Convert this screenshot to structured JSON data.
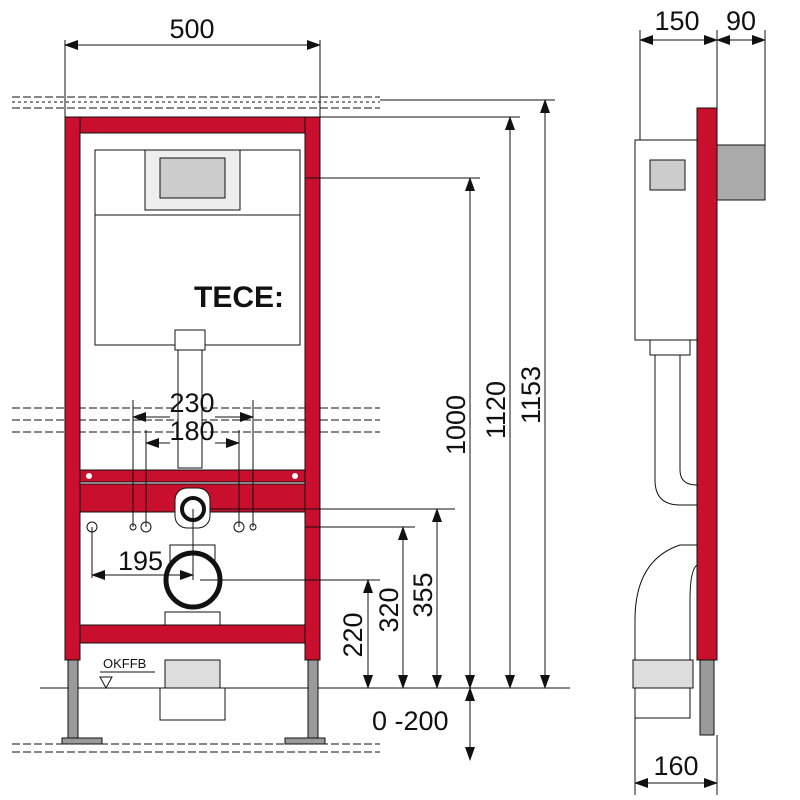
{
  "colors": {
    "frame": "#c8102e",
    "leg": "#9a9a9a",
    "line": "#111111"
  },
  "brand": "TECE:",
  "floor_label": "OKFFB",
  "front_view": {
    "width_dim": "500",
    "dims_vertical": [
      "1153",
      "1120",
      "1000",
      "355",
      "320",
      "220"
    ],
    "adjust_range": "0 -200",
    "hole_spacing_outer": "230",
    "hole_spacing_inner": "180",
    "drain_offset": "195"
  },
  "side_view": {
    "depth_dim": "150",
    "offset_dim": "90",
    "bottom_dim": "160"
  }
}
